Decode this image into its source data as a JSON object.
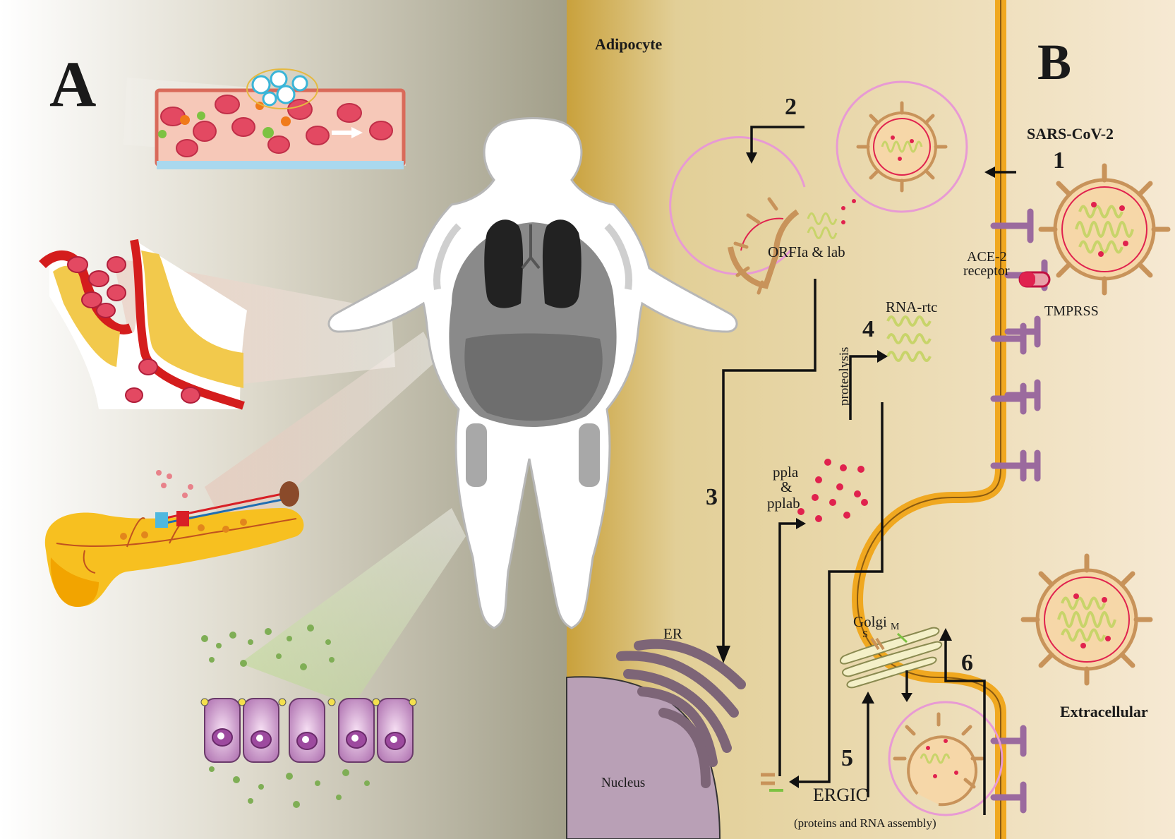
{
  "panels": {
    "a_label": "A",
    "b_label": "B"
  },
  "labels": {
    "adipocyte": "Adipocyte",
    "sars": "SARS-CoV-2",
    "ace2_line1": "ACE-2",
    "ace2_line2": "receptor",
    "tmprss": "TMPRSS",
    "orf": "ORFIa & lab",
    "rna_rtc": "RNA-rtc",
    "proteolysis": "proteolysis",
    "ppla": "ppla",
    "amp": "&",
    "pplab": "pplab",
    "golgi": "Golgi",
    "golgi_m": "M",
    "golgi_s": "S",
    "er": "ER",
    "nucleus": "Nucleus",
    "ergic": "ERGIC",
    "ergic_sub": "(proteins and RNA assembly)",
    "extracellular": "Extracellular"
  },
  "steps": [
    "1",
    "2",
    "3",
    "4",
    "5",
    "6"
  ],
  "colors": {
    "membrane": "#f0a820",
    "receptor": "#9b6a9e",
    "virus_spike": "#c8935a",
    "virus_rna": "#c8d46a",
    "red_dot": "#e0224e",
    "endosome": "#e89ad4",
    "nucleus": "#b9a0b6",
    "er": "#7d6577"
  }
}
